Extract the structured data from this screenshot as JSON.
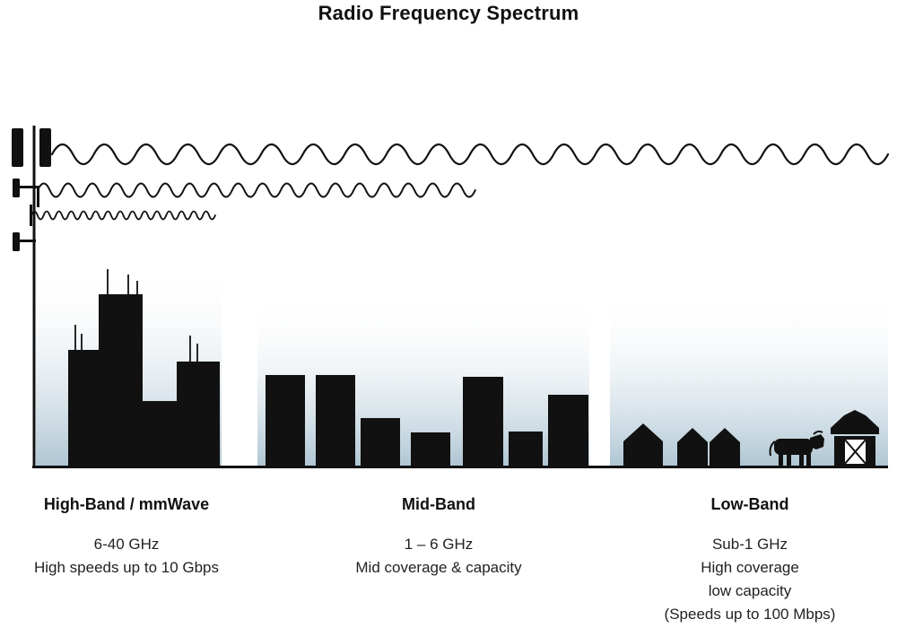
{
  "title": "Radio Frequency Spectrum",
  "bands": [
    {
      "name": "High-Band / mmWave",
      "frequency": "6-40 GHz",
      "lines": [
        "High speeds up to 10 Gbps"
      ]
    },
    {
      "name": "Mid-Band",
      "frequency": "1 – 6 GHz",
      "lines": [
        "Mid coverage & capacity"
      ]
    },
    {
      "name": "Low-Band",
      "frequency": "Sub-1 GHz",
      "lines": [
        "High coverage",
        "low capacity",
        "(Speeds up to 100 Mbps)"
      ]
    }
  ],
  "icons": {
    "tower": "cell-tower-icon",
    "waves": [
      {
        "name": "long-wavelength-wave-icon",
        "band": "Low-Band",
        "reach": "longest"
      },
      {
        "name": "medium-wavelength-wave-icon",
        "band": "Mid-Band",
        "reach": "medium"
      },
      {
        "name": "short-wavelength-wave-icon",
        "band": "High-Band / mmWave",
        "reach": "shortest"
      }
    ],
    "scenes": [
      "city-skyline-icon",
      "midrise-buildings-icon",
      "houses-icon",
      "cow-icon",
      "barn-icon"
    ]
  },
  "colors": {
    "ink": "#111111",
    "coverage_gradient_top": "#ffffff",
    "coverage_gradient_bottom": "#aec5d3"
  }
}
